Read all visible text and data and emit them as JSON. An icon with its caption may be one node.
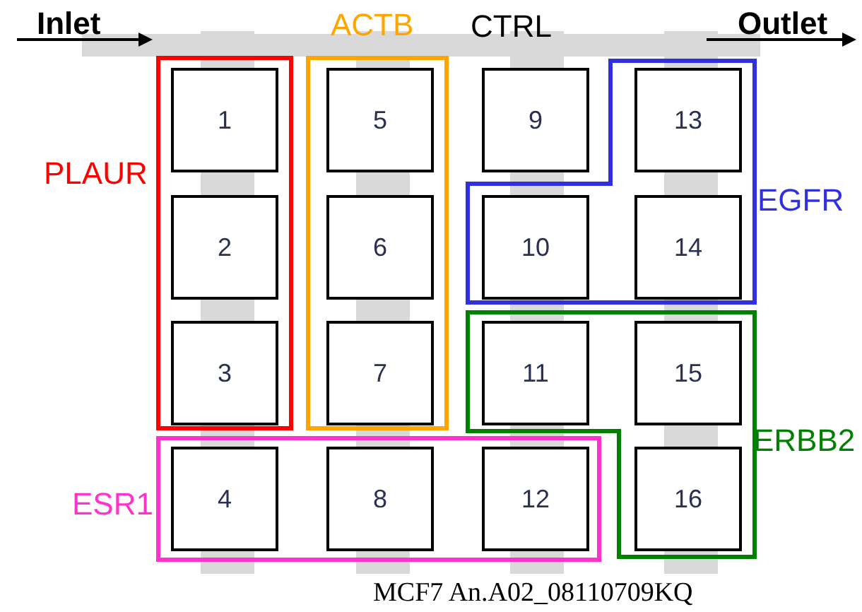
{
  "diagram": {
    "nodes": [
      {
        "text": [
          "PLAUR"
        ]
      },
      {
        "text": [
          "1"
        ],
        "in": 0
      },
      {
        "text": [
          "2"
        ],
        "in": 0
      },
      {
        "text": [
          "3"
        ],
        "in": 0
      },
      {
        "text": [
          "ACTB"
        ]
      },
      {
        "text": [
          "5"
        ],
        "in": 4
      },
      {
        "text": [
          "6"
        ],
        "in": 4
      },
      {
        "text": [
          "7"
        ],
        "in": 4
      },
      {
        "text": [
          "9"
        ]
      },
      {
        "text": [
          "EGFR"
        ]
      },
      {
        "text": [
          "13"
        ],
        "in": 9
      },
      {
        "text": [
          "10"
        ],
        "in": 9
      },
      {
        "text": [
          "14"
        ],
        "in": 9
      },
      {
        "text": [
          "ERBB2"
        ]
      },
      {
        "text": [
          "11"
        ],
        "in": 13
      },
      {
        "text": [
          "15"
        ],
        "in": 13
      },
      {
        "text": [
          "16"
        ],
        "in": 13
      },
      {
        "text": [
          "ESR1"
        ]
      },
      {
        "text": [
          "4"
        ],
        "in": 17
      },
      {
        "text": [
          "8"
        ],
        "in": 17
      },
      {
        "text": [
          "12"
        ],
        "in": 17
      }
    ],
    "labels": [
      "Inlet",
      "CTRL",
      "Outlet",
      "MCF7 An.A02_08110709KQ"
    ]
  }
}
